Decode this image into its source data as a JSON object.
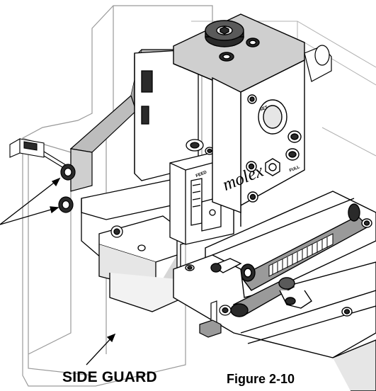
{
  "labels": {
    "side_guard": "SIDE GUARD",
    "figure": "Figure 2-10"
  },
  "machine_markings": {
    "brand": "molex",
    "feed": "FEED",
    "set": "SET",
    "full": "FULL"
  },
  "colors": {
    "line": "#000000",
    "guard": "#9a9a9a",
    "strip": "#bdbdbd",
    "shade": "#d6d6d6",
    "part": "#ffffff",
    "dark_part": "#2a2a2a"
  }
}
